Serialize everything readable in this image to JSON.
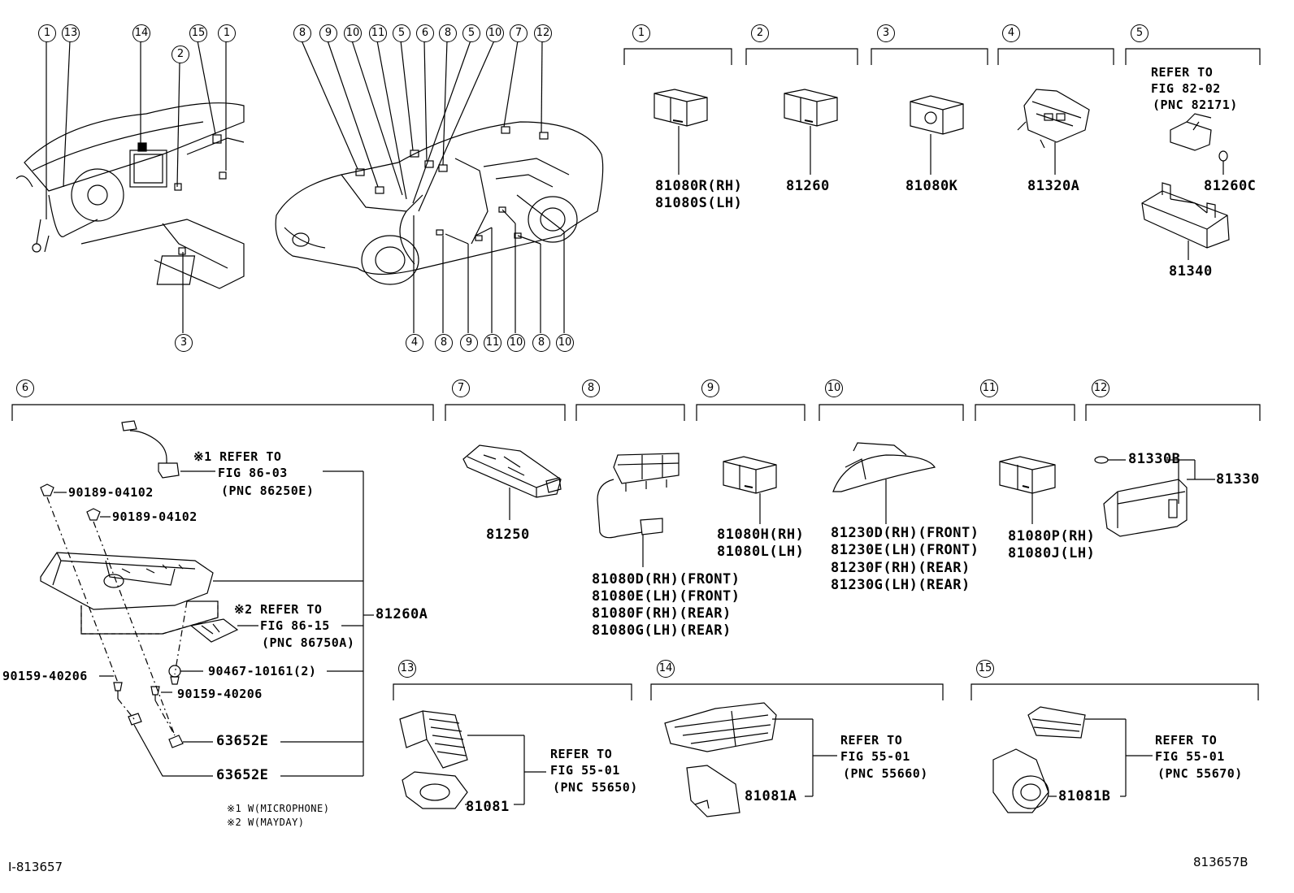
{
  "callouts": {
    "c1": "1",
    "c2": "2",
    "c3": "3",
    "c4": "4",
    "c5": "5",
    "c6": "6",
    "c7": "7",
    "c8": "8",
    "c9": "9",
    "c10": "10",
    "c11": "11",
    "c12": "12",
    "c13": "13",
    "c14": "14",
    "c15": "15"
  },
  "parts": {
    "p1a": "81080R(RH)",
    "p1b": "81080S(LH)",
    "p2": "81260",
    "p3": "81080K",
    "p4": "81320A",
    "p5_ref": [
      "REFER TO",
      "FIG 82-02",
      "(PNC 82171)"
    ],
    "p5a": "81260C",
    "p5b": "81340",
    "p6_ref1": [
      "※1 REFER TO",
      "FIG 86-03",
      "(PNC 86250E)"
    ],
    "p6_ref2": [
      "※2 REFER TO",
      "FIG 86-15",
      "(PNC 86750A)"
    ],
    "p6_main": "81260A",
    "p6_bolt1": "90189-04102",
    "p6_bolt2": "90189-04102",
    "p6_screw1": "90159-40206",
    "p6_screw2": "90159-40206",
    "p6_clip": "90467-10161(2)",
    "p6_cap1": "63652E",
    "p6_cap2": "63652E",
    "p6_note1": "※1 W(MICROPHONE)",
    "p6_note2": "※2 W(MAYDAY)",
    "p7": "81250",
    "p8": [
      "81080D(RH)(FRONT)",
      "81080E(LH)(FRONT)",
      "81080F(RH)(REAR)",
      "81080G(LH)(REAR)"
    ],
    "p9": [
      "81080H(RH)",
      "81080L(LH)"
    ],
    "p10": [
      "81230D(RH)(FRONT)",
      "81230E(LH)(FRONT)",
      "81230F(RH)(REAR)",
      "81230G(LH)(REAR)"
    ],
    "p11": [
      "81080P(RH)",
      "81080J(LH)"
    ],
    "p12a": "81330B",
    "p12b": "81330",
    "p13": "81081",
    "p13_ref": [
      "REFER TO",
      "FIG 55-01",
      "(PNC 55650)"
    ],
    "p14": "81081A",
    "p14_ref": [
      "REFER TO",
      "FIG 55-01",
      "(PNC 55660)"
    ],
    "p15": "81081B",
    "p15_ref": [
      "REFER TO",
      "FIG 55-01",
      "(PNC 55670)"
    ]
  },
  "footer": {
    "left": "I-813657",
    "right": "813657B"
  }
}
